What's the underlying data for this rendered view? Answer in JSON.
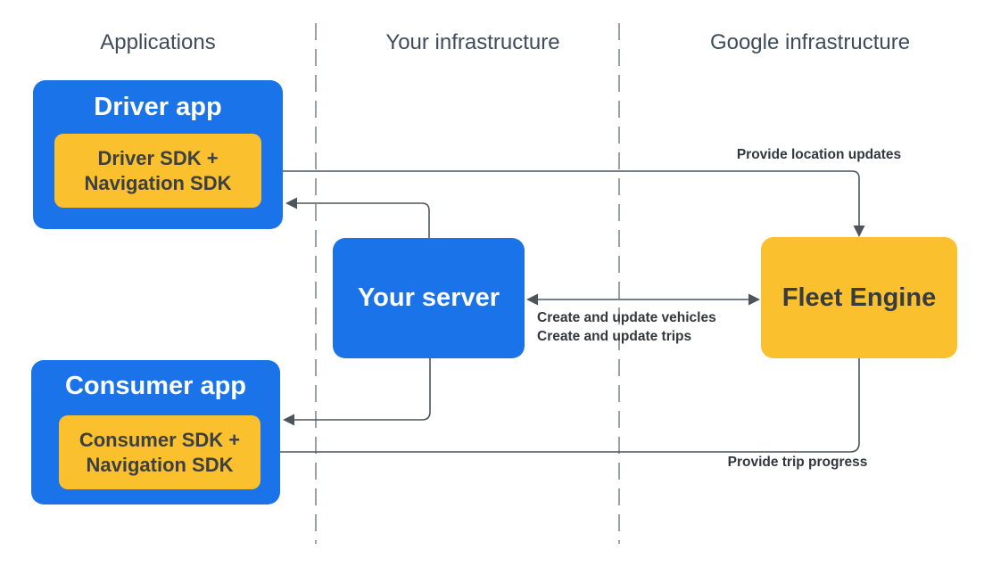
{
  "diagram": {
    "columns": [
      {
        "id": "applications",
        "label": "Applications"
      },
      {
        "id": "your-infrastructure",
        "label": "Your infrastructure"
      },
      {
        "id": "google-infrastructure",
        "label": "Google infrastructure"
      }
    ],
    "nodes": {
      "driver_app": {
        "title": "Driver app",
        "fill": "blue",
        "sdk_line1": "Driver SDK +",
        "sdk_line2": "Navigation SDK"
      },
      "consumer_app": {
        "title": "Consumer app",
        "fill": "blue",
        "sdk_line1": "Consumer SDK +",
        "sdk_line2": "Navigation SDK"
      },
      "your_server": {
        "title": "Your server",
        "fill": "blue"
      },
      "fleet_engine": {
        "title": "Fleet Engine",
        "fill": "yellow"
      }
    },
    "edge_labels": {
      "provide_location_updates": "Provide location updates",
      "create_update_vehicles": "Create and update vehicles",
      "create_update_trips": "Create and update trips",
      "provide_trip_progress": "Provide trip progress"
    },
    "colors": {
      "blue": "#1A73E8",
      "yellow": "#FBC02D",
      "arrow": "#4C545C",
      "heading_text": "#404B5A",
      "label_text": "#33373D",
      "dashed_line": "#9AA0A6",
      "sdk_text": "#3C4043"
    }
  }
}
